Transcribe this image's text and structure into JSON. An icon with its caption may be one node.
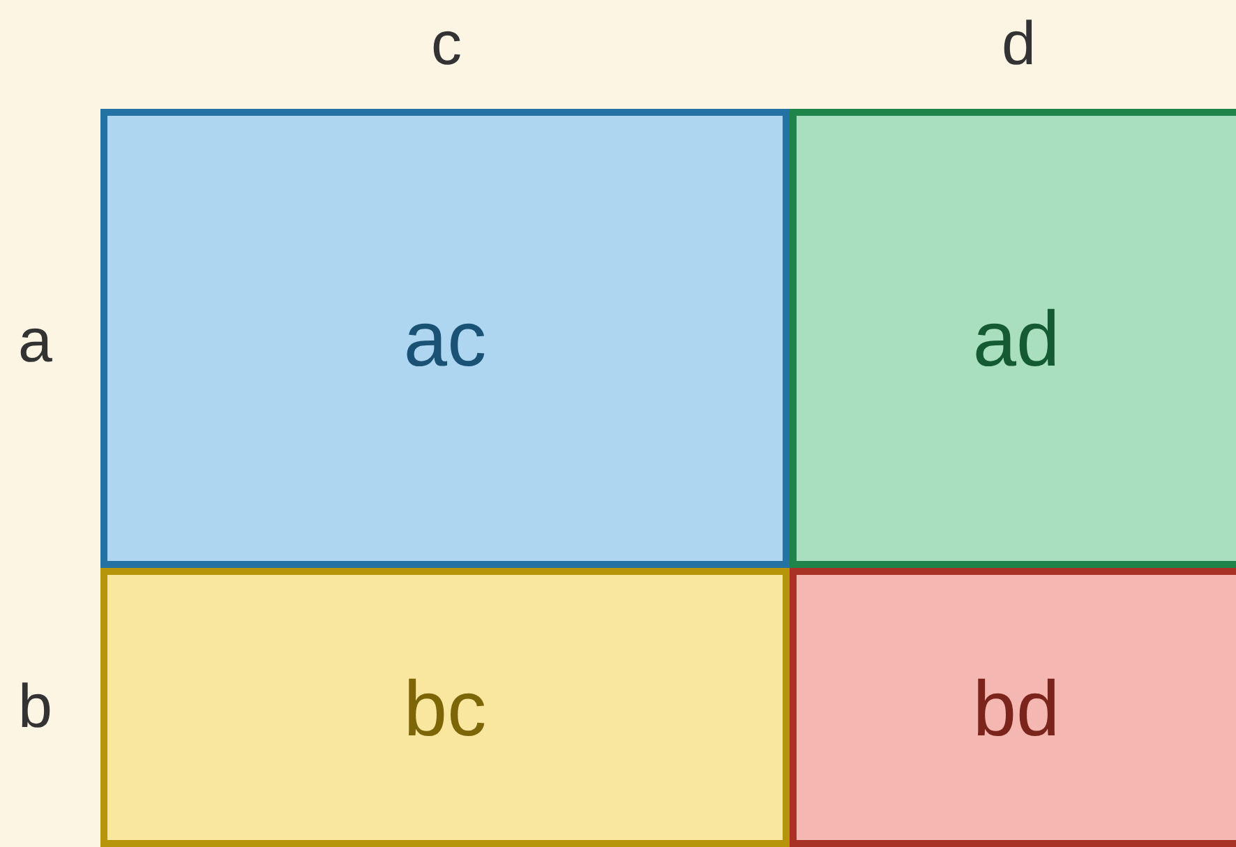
{
  "diagram": {
    "nodes": [
      {
        "text": [
          "ac"
        ]
      },
      {
        "text": [
          "ad"
        ]
      },
      {
        "text": [
          "bc"
        ]
      },
      {
        "text": [
          "bd"
        ]
      }
    ],
    "labels": [
      "c",
      "d",
      "a",
      "b"
    ]
  }
}
